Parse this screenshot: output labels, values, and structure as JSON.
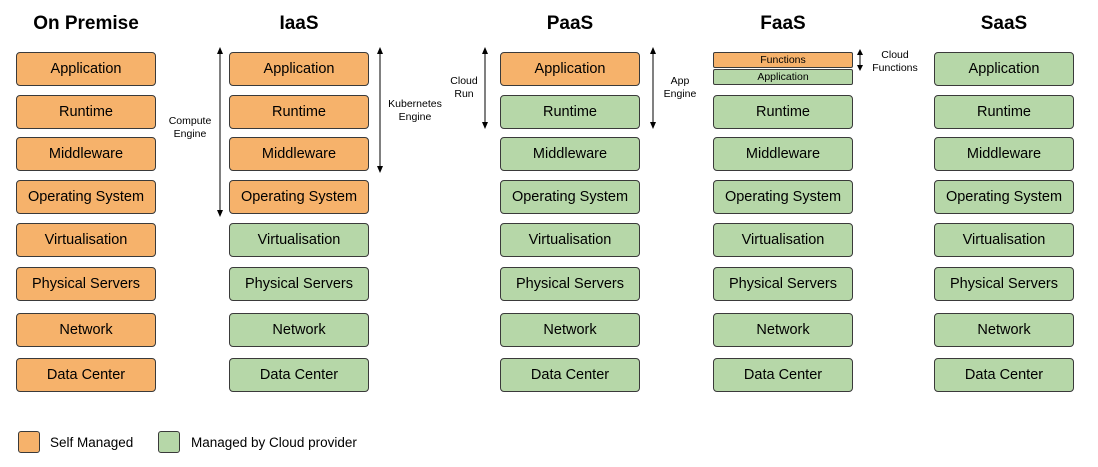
{
  "colors": {
    "self_managed": "#f6b26b",
    "cloud_managed": "#b6d7a8",
    "border": "#3a3a3a"
  },
  "columns": [
    {
      "title": "On Premise",
      "layers": [
        "Application",
        "Runtime",
        "Middleware",
        "Operating System",
        "Virtualisation",
        "Physical Servers",
        "Network",
        "Data Center"
      ],
      "self_managed_count": 8
    },
    {
      "title": "IaaS",
      "layers": [
        "Application",
        "Runtime",
        "Middleware",
        "Operating System",
        "Virtualisation",
        "Physical Servers",
        "Network",
        "Data Center"
      ],
      "self_managed_count": 4
    },
    {
      "title": "PaaS",
      "layers": [
        "Application",
        "Runtime",
        "Middleware",
        "Operating System",
        "Virtualisation",
        "Physical Servers",
        "Network",
        "Data Center"
      ],
      "self_managed_count": 1
    },
    {
      "title": "FaaS",
      "top_split": [
        "Functions",
        "Application"
      ],
      "layers": [
        "Runtime",
        "Middleware",
        "Operating System",
        "Virtualisation",
        "Physical Servers",
        "Network",
        "Data Center"
      ],
      "self_managed_count": 1
    },
    {
      "title": "SaaS",
      "layers": [
        "Application",
        "Runtime",
        "Middleware",
        "Operating System",
        "Virtualisation",
        "Physical Servers",
        "Network",
        "Data Center"
      ],
      "self_managed_count": 0
    }
  ],
  "annotations": {
    "compute_engine": "Compute\nEngine",
    "kubernetes_engine": "Kubernetes\nEngine",
    "cloud_run": "Cloud\nRun",
    "app_engine": "App\nEngine",
    "cloud_functions": "Cloud\nFunctions"
  },
  "legend": {
    "self": "Self Managed",
    "cloud": "Managed by Cloud provider"
  }
}
